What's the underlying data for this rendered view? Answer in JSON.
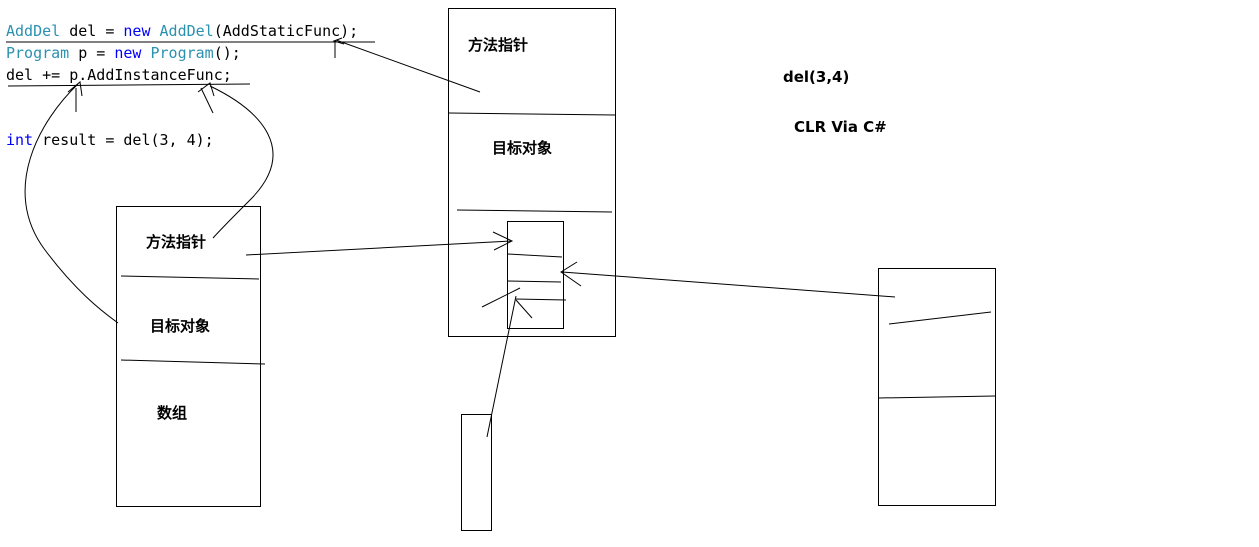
{
  "code": {
    "line1": {
      "type1": "AddDel",
      "plain1": " del = ",
      "kw_new": "new",
      "space": " ",
      "type2": "AddDel",
      "plain2": "(AddStaticFunc);"
    },
    "line2": {
      "type1": "Program",
      "plain1": " p = ",
      "kw_new": "new",
      "space": " ",
      "type2": "Program",
      "plain2": "();"
    },
    "line3": {
      "plain": "del += p.AddInstanceFunc;"
    },
    "line4": {
      "kw_int": "int",
      "plain": " result = del(3, 4);"
    }
  },
  "left_delegate": {
    "method_pointer": "方法指针",
    "target_object": "目标对象",
    "array": "数组"
  },
  "middle_delegate": {
    "method_pointer": "方法指针",
    "target_object": "目标对象"
  },
  "annotations": {
    "call": "del(3,4)",
    "reference": "CLR Via C#"
  },
  "colors": {
    "keyword": "#0000ff",
    "type": "#2b91af",
    "ink": "#000000"
  }
}
